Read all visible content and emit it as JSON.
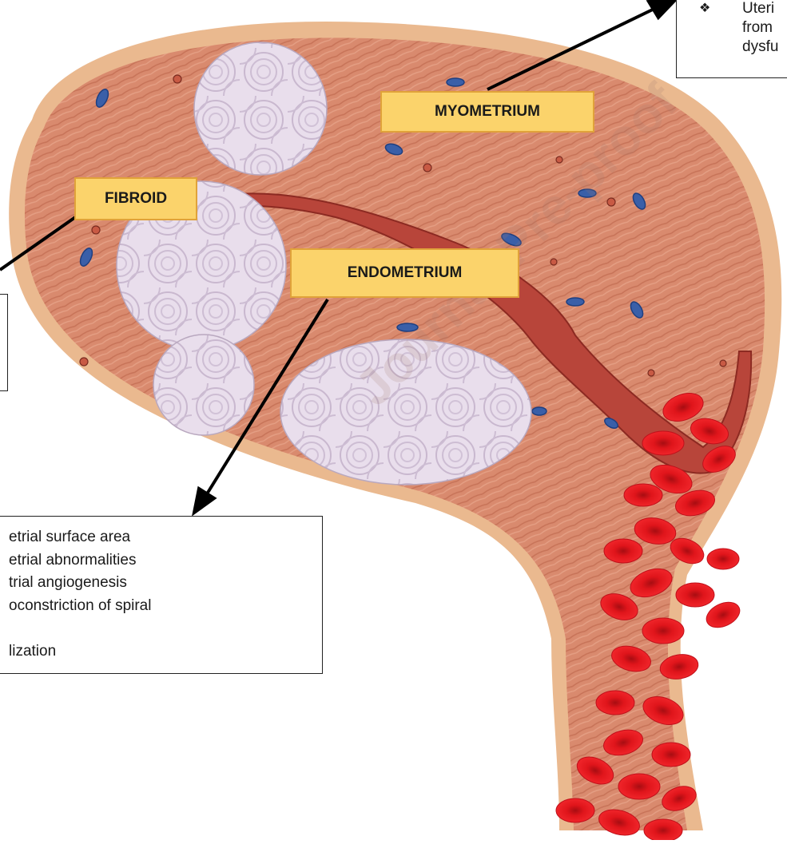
{
  "labels": {
    "myometrium": "MYOMETRIUM",
    "fibroid": "FIBROID",
    "endometrium": "ENDOMETRIUM"
  },
  "notes": {
    "top_right": {
      "bullet": "❖",
      "lines": [
        "Uteri",
        "from",
        "dysfu"
      ]
    },
    "bottom_left": {
      "lines": [
        "etrial surface area",
        "etrial abnormalities",
        "trial angiogenesis",
        "oconstriction of spiral",
        "",
        "lization"
      ]
    }
  },
  "watermark": "Journal Pre-proof",
  "colors": {
    "muscle": "#d98a6e",
    "muscle_dark": "#c46a50",
    "serosa": "#e8b48a",
    "label_fill": "#fbd36b",
    "label_border": "#e0a23a",
    "blood": "#e0151b",
    "fibroid": "#e6dbea"
  }
}
